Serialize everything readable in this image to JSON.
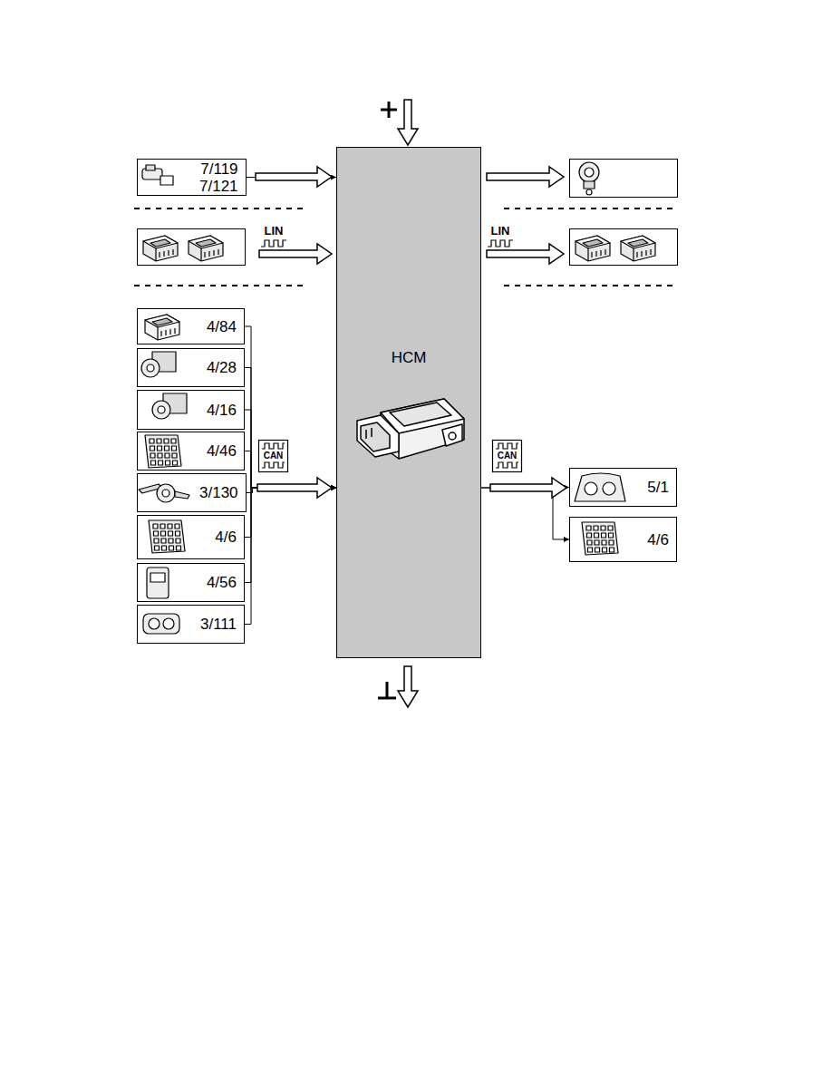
{
  "diagram": {
    "nodes": [
      {
        "text": [
          "7/119",
          "7/121"
        ]
      },
      {
        "text": [
          "HCM"
        ]
      },
      {
        "text": [
          "4/84"
        ]
      },
      {
        "text": [
          "4/28"
        ]
      },
      {
        "text": [
          "4/16"
        ]
      },
      {
        "text": [
          "4/46"
        ]
      },
      {
        "text": [
          "3/130"
        ]
      },
      {
        "text": [
          "4/6"
        ]
      },
      {
        "text": [
          "4/56"
        ]
      },
      {
        "text": [
          "3/111"
        ]
      },
      {
        "text": [
          "5/1"
        ]
      },
      {
        "text": [
          "4/6"
        ]
      }
    ],
    "edges": [
      {
        "from": 0,
        "to": 1,
        "arrow": "to"
      },
      {
        "from": 2,
        "to": 1,
        "arrow": "to"
      },
      {
        "from": 3,
        "to": 1,
        "arrow": "to"
      },
      {
        "from": 4,
        "to": 1,
        "arrow": "to"
      },
      {
        "from": 5,
        "to": 1,
        "arrow": "to"
      },
      {
        "from": 6,
        "to": 1,
        "arrow": "to"
      },
      {
        "from": 7,
        "to": 1,
        "arrow": "to"
      },
      {
        "from": 8,
        "to": 1,
        "arrow": "to"
      },
      {
        "from": 9,
        "to": 1,
        "arrow": "to"
      },
      {
        "from": 1,
        "to": 10,
        "arrow": "to"
      },
      {
        "from": 1,
        "to": 11,
        "arrow": "to"
      }
    ],
    "labels": [
      "LIN",
      "LIN",
      "CAN",
      "CAN"
    ]
  }
}
